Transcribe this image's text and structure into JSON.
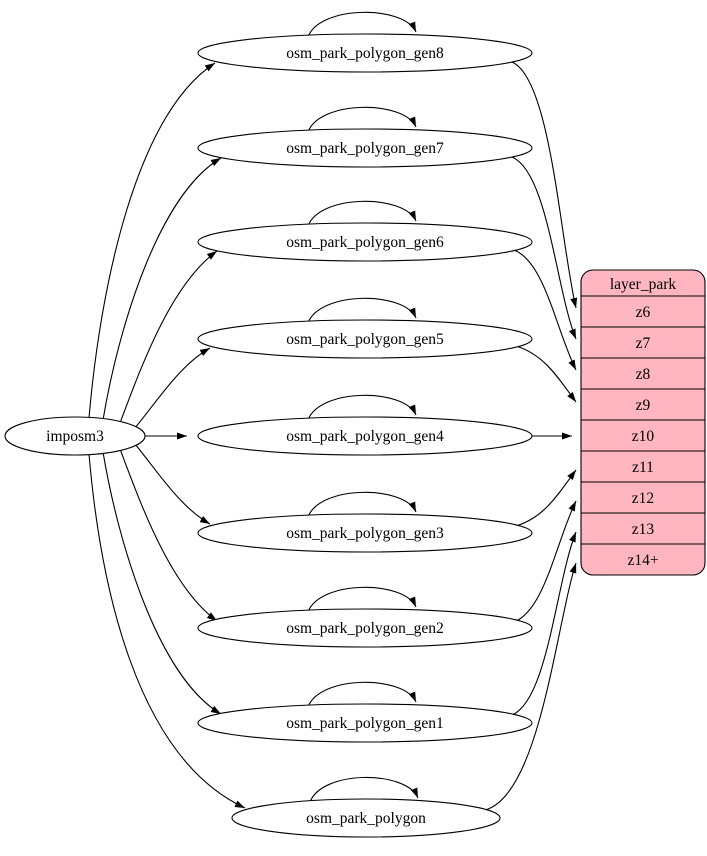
{
  "diagram": {
    "source": {
      "label": "imposm3"
    },
    "nodes": [
      {
        "label": "osm_park_polygon_gen8"
      },
      {
        "label": "osm_park_polygon_gen7"
      },
      {
        "label": "osm_park_polygon_gen6"
      },
      {
        "label": "osm_park_polygon_gen5"
      },
      {
        "label": "osm_park_polygon_gen4"
      },
      {
        "label": "osm_park_polygon_gen3"
      },
      {
        "label": "osm_park_polygon_gen2"
      },
      {
        "label": "osm_park_polygon_gen1"
      },
      {
        "label": "osm_park_polygon"
      }
    ],
    "table": {
      "title": "layer_park",
      "rows": [
        "z6",
        "z7",
        "z8",
        "z9",
        "z10",
        "z11",
        "z12",
        "z13",
        "z14+"
      ],
      "fill": "#ffb6c1",
      "stroke": "#000000"
    }
  }
}
